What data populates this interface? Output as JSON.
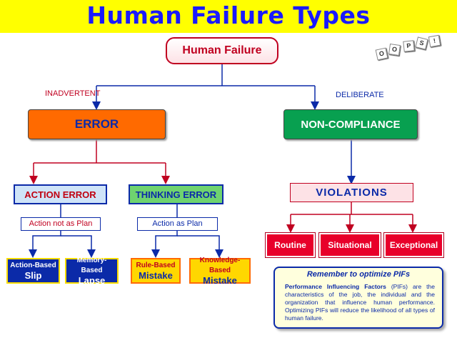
{
  "title": "Human Failure Types",
  "root": "Human Failure",
  "labels": {
    "inadvertent": "INADVERTENT",
    "deliberate": "DELIBERATE"
  },
  "error": "ERROR",
  "non_compliance": "NON-COMPLIANCE",
  "action_error": "ACTION ERROR",
  "thinking_error": "THINKING ERROR",
  "violations": "VIOLATIONS",
  "action_not_plan": "Action not as Plan",
  "action_as_plan": "Action as Plan",
  "leaves": {
    "slip_small": "Action-Based",
    "slip_big": "Slip",
    "lapse_small": "Memory-Based",
    "lapse_big": "Lapse",
    "rule_small": "Rule-Based",
    "rule_big": "Mistake",
    "know_small": "Knowledge-Based",
    "know_big": "Mistake"
  },
  "violation_types": [
    "Routine",
    "Situational",
    "Exceptional"
  ],
  "oops_letters": [
    "O",
    "O",
    "P",
    "S",
    "!"
  ],
  "note": {
    "title": "Remember to optimize PIFs",
    "bold": "Performance Influencing Factors",
    "body": " (PIFs) are the characteristics of the job, the individual and the organization that influence human performance. Optimizing PIFs will reduce the likelihood of all types of human failure."
  },
  "colors": {
    "banner": "#ffff00",
    "title": "#1a1aff",
    "error": "#ff6a00",
    "noncompliance": "#08a050",
    "violation_box": "#e8002a"
  }
}
